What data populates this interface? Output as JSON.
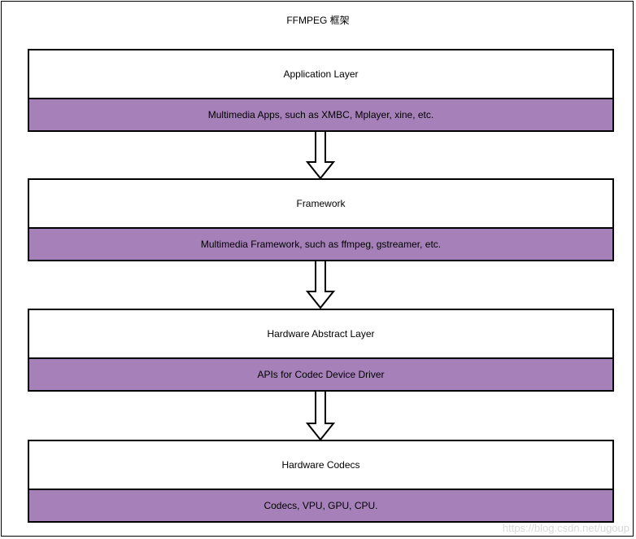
{
  "diagram": {
    "title": "FFMPEG 框架",
    "layers": [
      {
        "name": "Application Layer",
        "detail": "Multimedia Apps, such as XMBC, Mplayer, xine, etc."
      },
      {
        "name": "Framework",
        "detail": "Multimedia Framework, such as ffmpeg, gstreamer, etc."
      },
      {
        "name": "Hardware Abstract Layer",
        "detail": "APIs for Codec Device Driver"
      },
      {
        "name": "Hardware Codecs",
        "detail": "Codecs, VPU, GPU, CPU."
      }
    ],
    "detail_color": "#a680b8",
    "arrow_style": "hollow-down-arrow"
  },
  "watermark": "https://blog.csdn.net/ugoup"
}
